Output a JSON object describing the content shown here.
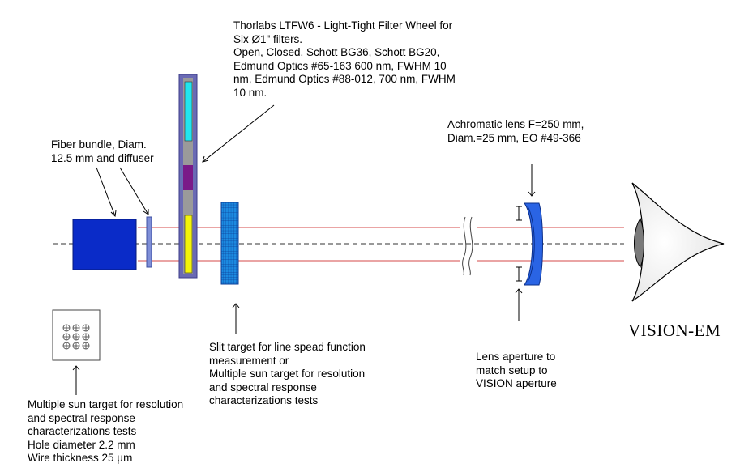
{
  "labels": {
    "filter_wheel": [
      "Thorlabs LTFW6 - Light-Tight Filter Wheel for",
      "Six Ø1\" filters.",
      "Open, Closed, Schott BG36, Schott BG20,",
      "Edmund Optics #65-163 600 nm, FWHM 10",
      "nm, Edmund Optics #88-012, 700 nm, FWHM",
      "10 nm."
    ],
    "fiber_bundle": [
      "Fiber bundle, Diam.",
      "12.5 mm and diffuser"
    ],
    "lens": [
      "Achromatic lens F=250 mm,",
      "Diam.=25 mm, EO #49-366"
    ],
    "vision": "VISION-EM",
    "sun_target": [
      "Multiple sun target for resolution",
      "and spectral response",
      "characterizations tests",
      "Hole diameter 2.2 mm",
      "Wire thickness 25 µm"
    ],
    "slit_target": [
      "Slit target for line spead function",
      "measurement or",
      "Multiple sun target for resolution",
      "and spectral response",
      "characterizations tests"
    ],
    "aperture": [
      "Lens aperture to",
      "match setup to",
      "VISION aperture"
    ]
  },
  "colors": {
    "light_source": "#0a2bc8",
    "diffuser": "#7f8fd8",
    "wheel_frame": "#6a6ab4",
    "wheel_gray": "#9a9a9a",
    "filter_cyan": "#22e4ee",
    "filter_purple": "#7a1a88",
    "filter_yellow": "#f4f40a",
    "target_blue": "#1c8ae0",
    "lens_blue": "#2a64e4",
    "beam_red": "#d44a4a",
    "eye_gray": "#7a7a7a"
  }
}
